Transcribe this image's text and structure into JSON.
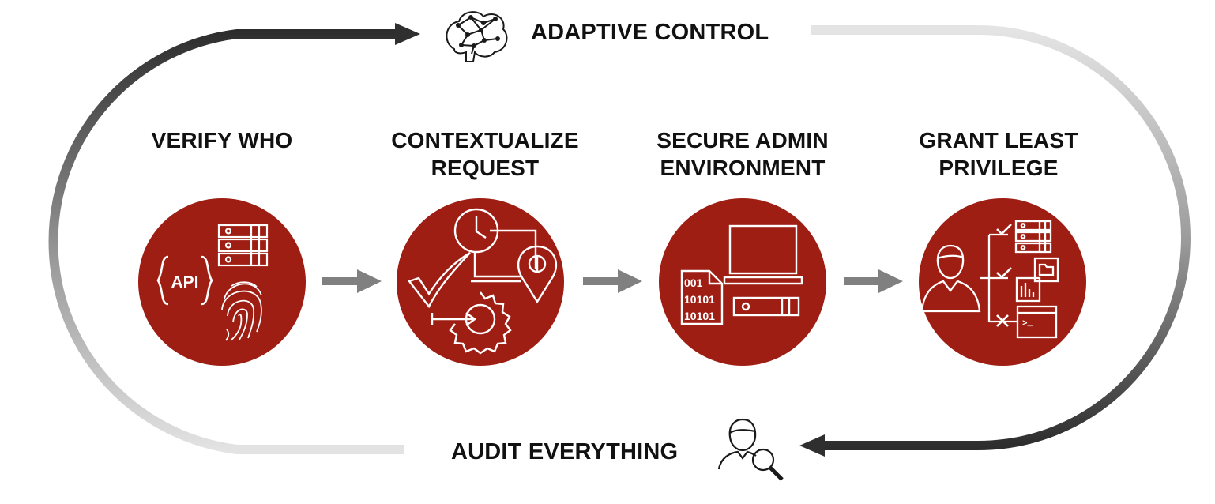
{
  "top_label": "ADAPTIVE CONTROL",
  "bottom_label": "AUDIT EVERYTHING",
  "steps": [
    {
      "line1": "VERIFY WHO",
      "line2": "",
      "icon_text": "API",
      "icons": [
        "api-icon",
        "server-rack-icon",
        "fingerprint-icon"
      ]
    },
    {
      "line1": "CONTEXTUALIZE",
      "line2": "REQUEST",
      "icons": [
        "clock-icon",
        "checkmark-icon",
        "location-pin-icon",
        "gear-icon"
      ]
    },
    {
      "line1": "SECURE ADMIN",
      "line2": "ENVIRONMENT",
      "icon_lines": [
        "001",
        "10101",
        "10101"
      ],
      "icons": [
        "binary-file-icon",
        "computer-icon"
      ]
    },
    {
      "line1": "GRANT LEAST",
      "line2": "PRIVILEGE",
      "icon_text": ">_",
      "icons": [
        "user-icon",
        "server-rack-icon",
        "folder-icon",
        "chart-icon",
        "terminal-icon"
      ]
    }
  ],
  "colors": {
    "circle": "#9e1e14",
    "arrow": "#808080",
    "loop_dark": "#2f2f2f",
    "loop_light": "#e2e2e2",
    "icon": "#ffffff"
  }
}
